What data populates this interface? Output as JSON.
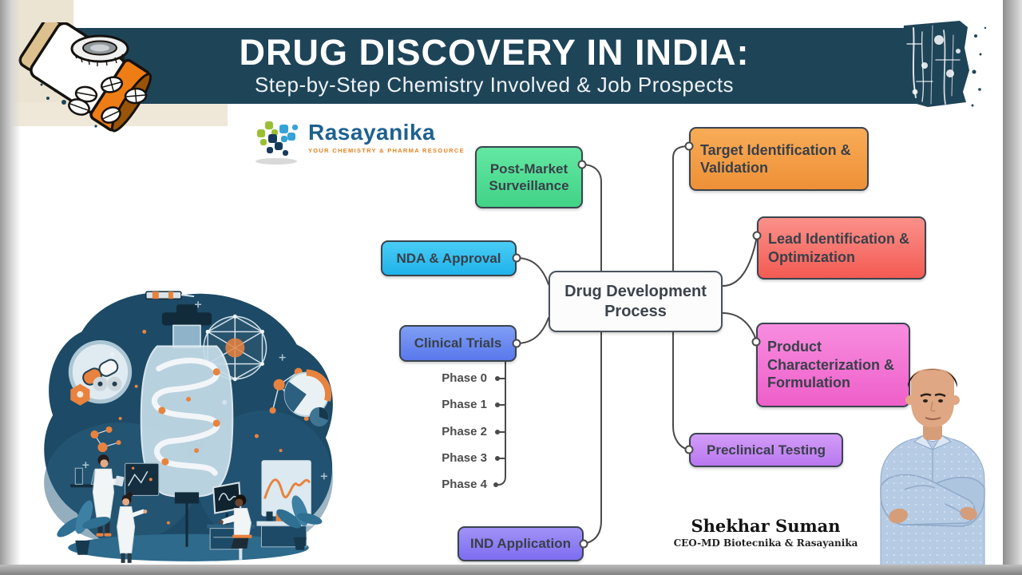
{
  "banner": {
    "title": "DRUG DISCOVERY IN INDIA:",
    "subtitle": "Step-by-Step Chemistry Involved & Job Prospects",
    "background_color": "#1e4458"
  },
  "logo": {
    "name": "Rasayanika",
    "tagline": "YOUR CHEMISTRY & PHARMA RESOURCE",
    "name_color": "#1e618f",
    "tagline_color": "#e8821e"
  },
  "mindmap": {
    "center_label": "Drug Development Process",
    "nodes": {
      "post_market": {
        "label": "Post-Market Surveillance",
        "color": "#4fdd92"
      },
      "nda": {
        "label": "NDA & Approval",
        "color": "#30c1f1"
      },
      "clinical": {
        "label": "Clinical Trials",
        "color": "#6c8cef"
      },
      "ind": {
        "label": "IND Application",
        "color": "#8f7ef3"
      },
      "target": {
        "label": "Target Identification & Validation",
        "color": "#f4a04b"
      },
      "lead": {
        "label": "Lead Identification & Optimization",
        "color": "#f87b72"
      },
      "product": {
        "label": "Product Characterization & Formulation",
        "color": "#f379d5"
      },
      "preclinical": {
        "label": "Preclinical Testing",
        "color": "#c78ff4"
      }
    },
    "phases": [
      "Phase 0",
      "Phase 1",
      "Phase 2",
      "Phase 3",
      "Phase 4"
    ]
  },
  "person": {
    "name": "Shekhar Suman",
    "title": "CEO-MD Biotecnika & Rasayanika"
  }
}
